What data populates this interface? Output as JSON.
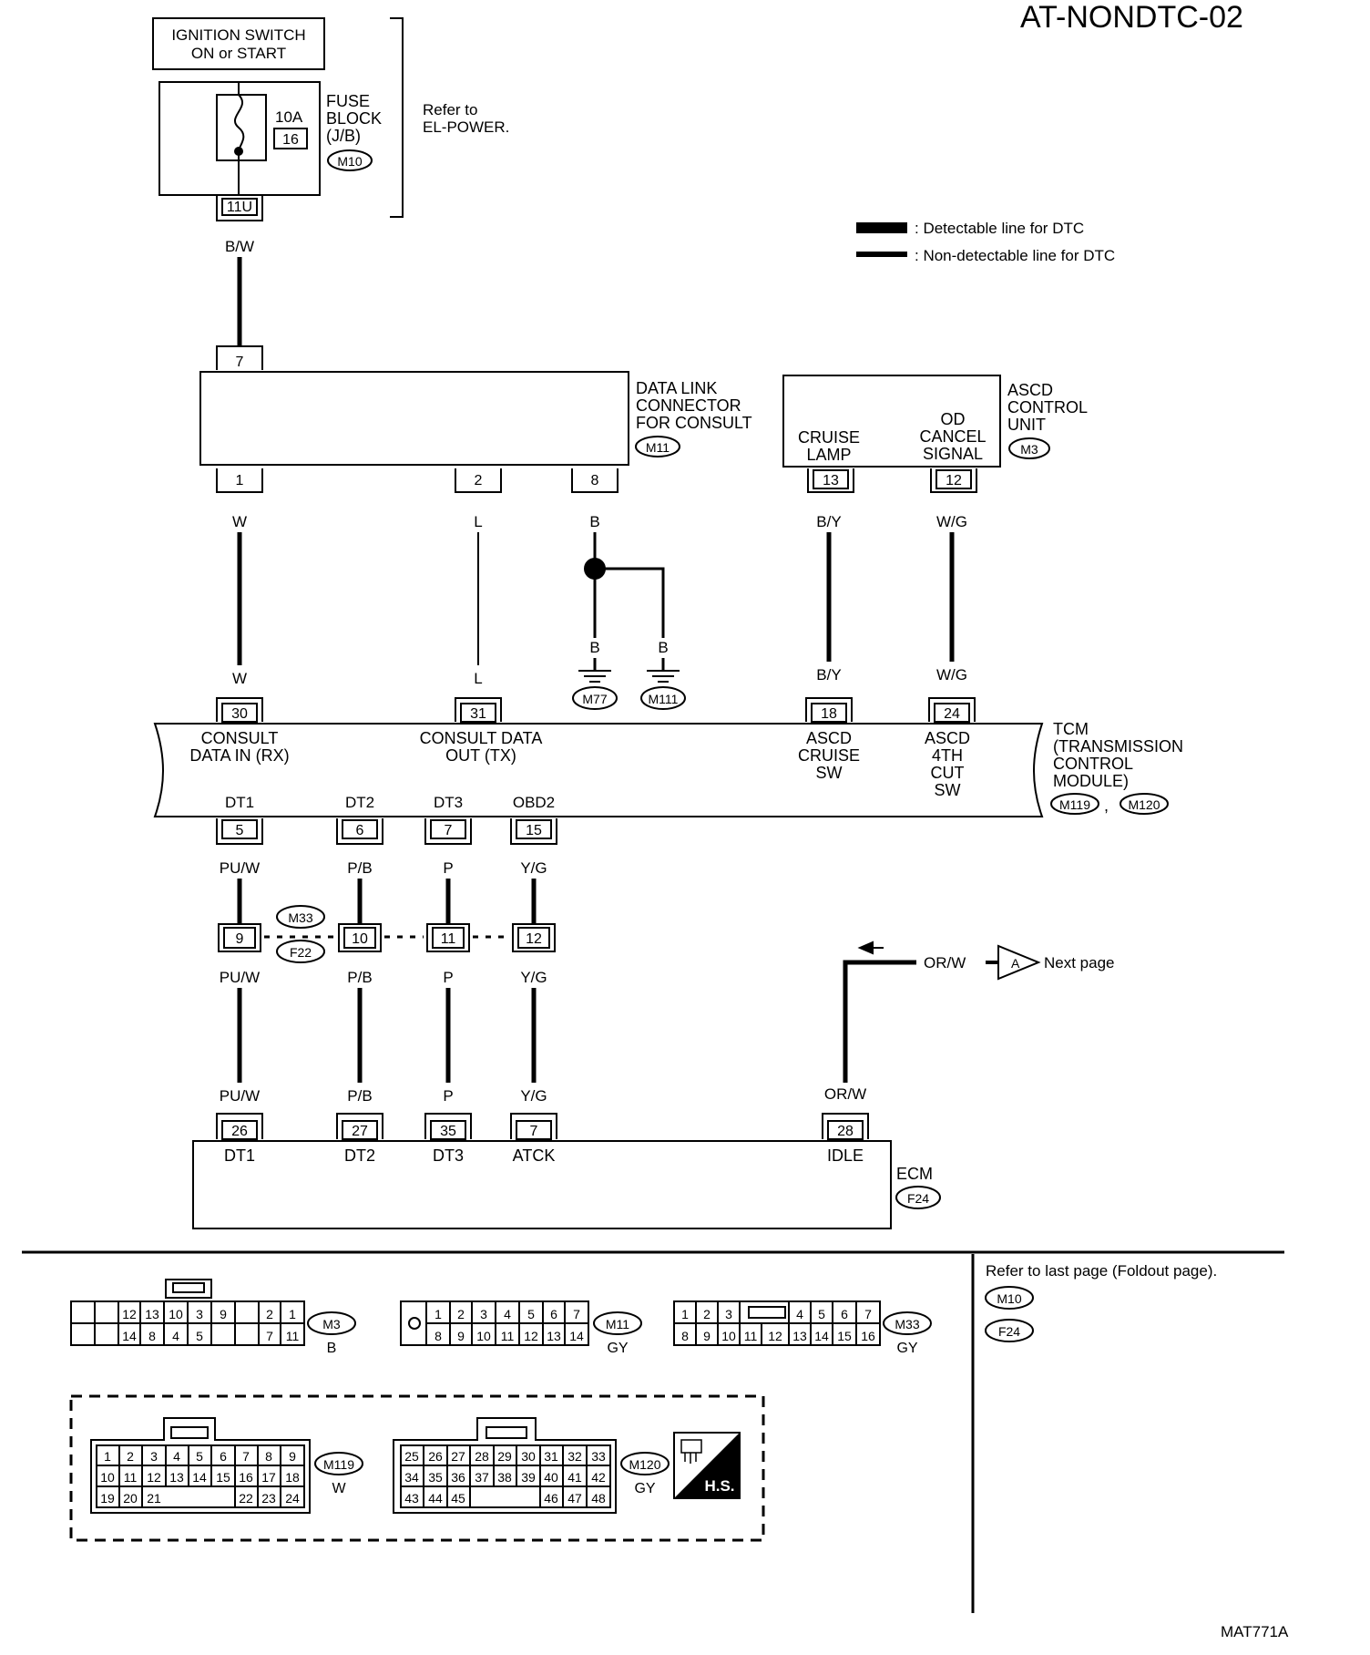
{
  "title": "AT-NONDTC-02",
  "figure_id": "MAT771A",
  "ignition": {
    "line1": "IGNITION SWITCH",
    "line2": "ON or START"
  },
  "fuse": {
    "amp": "10A",
    "num": "16",
    "label1": "FUSE",
    "label2": "BLOCK",
    "label3": "(J/B)",
    "conn": "M10",
    "term": "11U",
    "ref1": "Refer to",
    "ref2": "EL-POWER."
  },
  "legend": {
    "detectable": ": Detectable line for DTC",
    "nondetectable": ": Non-detectable line for DTC"
  },
  "dlc": {
    "label1": "DATA LINK",
    "label2": "CONNECTOR",
    "label3": "FOR CONSULT",
    "conn": "M11",
    "pin_top": "7",
    "pins": [
      "1",
      "2",
      "8"
    ]
  },
  "ascd": {
    "label1": "ASCD",
    "label2": "CONTROL",
    "label3": "UNIT",
    "conn": "M3",
    "cruise1": "CRUISE",
    "cruise2": "LAMP",
    "od1": "OD",
    "od2": "CANCEL",
    "od3": "SIGNAL",
    "pins": [
      "13",
      "12"
    ]
  },
  "wires": {
    "bw": "B/W",
    "w": "W",
    "l": "L",
    "b": "B",
    "by": "B/Y",
    "wg": "W/G",
    "puw": "PU/W",
    "pb": "P/B",
    "p": "P",
    "yg": "Y/G",
    "orw": "OR/W"
  },
  "grounds": [
    "M77",
    "M111"
  ],
  "tcm": {
    "label1": "TCM",
    "label2": "(TRANSMISSION",
    "label3": "CONTROL",
    "label4": "MODULE)",
    "conn1": "M119",
    "conn2": "M120",
    "sep": ",",
    "top_pins": [
      "30",
      "31",
      "18",
      "24"
    ],
    "consult_rx1": "CONSULT",
    "consult_rx2": "DATA IN (RX)",
    "consult_tx1": "CONSULT DATA",
    "consult_tx2": "OUT (TX)",
    "ascd_cruise1": "ASCD",
    "ascd_cruise2": "CRUISE",
    "ascd_cruise3": "SW",
    "ascd_cut1": "ASCD",
    "ascd_cut2": "4TH",
    "ascd_cut3": "CUT",
    "ascd_cut4": "SW",
    "bottom_names": [
      "DT1",
      "DT2",
      "DT3",
      "OBD2"
    ],
    "bottom_pins": [
      "5",
      "6",
      "7",
      "15"
    ]
  },
  "joint": {
    "pins": [
      "9",
      "10",
      "11",
      "12"
    ],
    "conn1": "M33",
    "conn2": "F22"
  },
  "next_page": {
    "label": "Next page",
    "symbol": "A"
  },
  "ecm": {
    "label": "ECM",
    "conn": "F24",
    "pins": [
      "26",
      "27",
      "35",
      "7",
      "28"
    ],
    "names": [
      "DT1",
      "DT2",
      "DT3",
      "ATCK",
      "IDLE"
    ]
  },
  "connectors": {
    "m3": {
      "id": "M3",
      "color": "B",
      "row1": [
        "12",
        "13",
        "10",
        "3",
        "9",
        "2",
        "1"
      ],
      "row2": [
        "14",
        "8",
        "4",
        "5",
        "7",
        "11"
      ]
    },
    "m11": {
      "id": "M11",
      "color": "GY",
      "row1": [
        "1",
        "2",
        "3",
        "4",
        "5",
        "6",
        "7"
      ],
      "row2": [
        "8",
        "9",
        "10",
        "11",
        "12",
        "13",
        "14"
      ]
    },
    "m33": {
      "id": "M33",
      "color": "GY",
      "row1": [
        "1",
        "2",
        "3",
        "4",
        "5",
        "6",
        "7"
      ],
      "row2": [
        "8",
        "9",
        "10",
        "11",
        "12",
        "13",
        "14",
        "15",
        "16"
      ]
    },
    "m119": {
      "id": "M119",
      "color": "W",
      "row1": [
        "1",
        "2",
        "3",
        "4",
        "5",
        "6",
        "7",
        "8",
        "9"
      ],
      "row2": [
        "10",
        "11",
        "12",
        "13",
        "14",
        "15",
        "16",
        "17",
        "18"
      ],
      "row3": [
        "19",
        "20",
        "21",
        "22",
        "23",
        "24"
      ]
    },
    "m120": {
      "id": "M120",
      "color": "GY",
      "row1": [
        "25",
        "26",
        "27",
        "28",
        "29",
        "30",
        "31",
        "32",
        "33"
      ],
      "row2": [
        "34",
        "35",
        "36",
        "37",
        "38",
        "39",
        "40",
        "41",
        "42"
      ],
      "row3": [
        "43",
        "44",
        "45",
        "46",
        "47",
        "48"
      ]
    }
  },
  "hs_label": "H.S.",
  "refer": {
    "text": "Refer to last page (Foldout page).",
    "conns": [
      "M10",
      "F24"
    ]
  }
}
